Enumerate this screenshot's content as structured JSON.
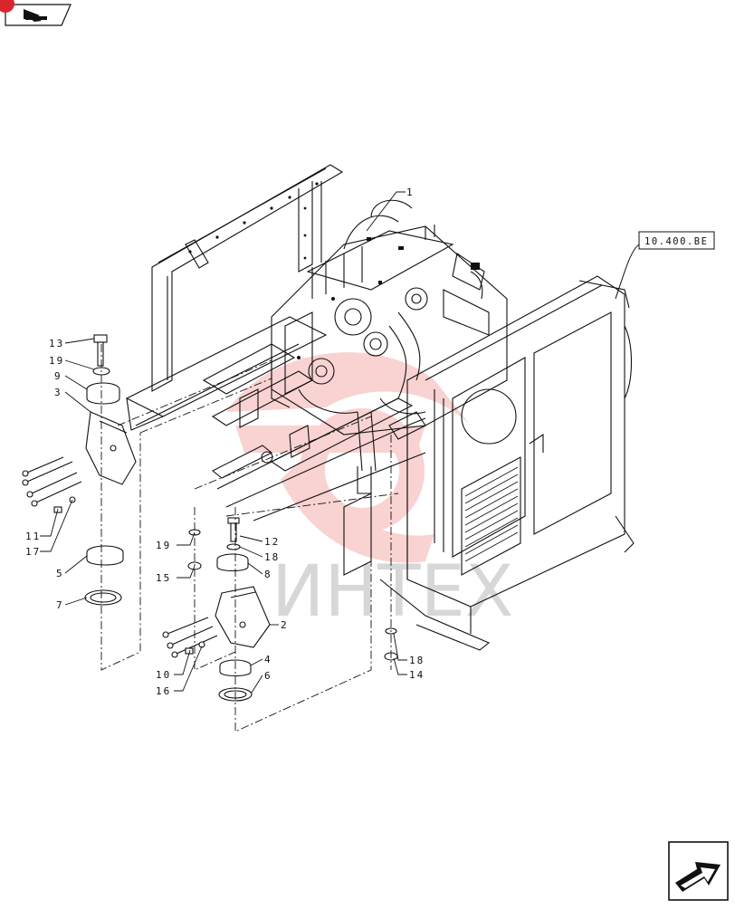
{
  "header": {
    "nav_badge_icon": "back-arrow-icon",
    "badge_color": "#d9262c"
  },
  "reference": {
    "label": "10.400.BE"
  },
  "watermark": {
    "text": "ИНТЕХ",
    "color": "#e53935"
  },
  "callouts": [
    {
      "num": "1"
    },
    {
      "num": "13"
    },
    {
      "num": "19"
    },
    {
      "num": "9"
    },
    {
      "num": "3"
    },
    {
      "num": "11"
    },
    {
      "num": "17"
    },
    {
      "num": "5"
    },
    {
      "num": "7"
    },
    {
      "num": "19"
    },
    {
      "num": "15"
    },
    {
      "num": "12"
    },
    {
      "num": "18"
    },
    {
      "num": "8"
    },
    {
      "num": "2"
    },
    {
      "num": "4"
    },
    {
      "num": "6"
    },
    {
      "num": "10"
    },
    {
      "num": "16"
    },
    {
      "num": "18"
    },
    {
      "num": "14"
    }
  ],
  "footer": {
    "nav_icon": "next-page-arrow-icon"
  }
}
